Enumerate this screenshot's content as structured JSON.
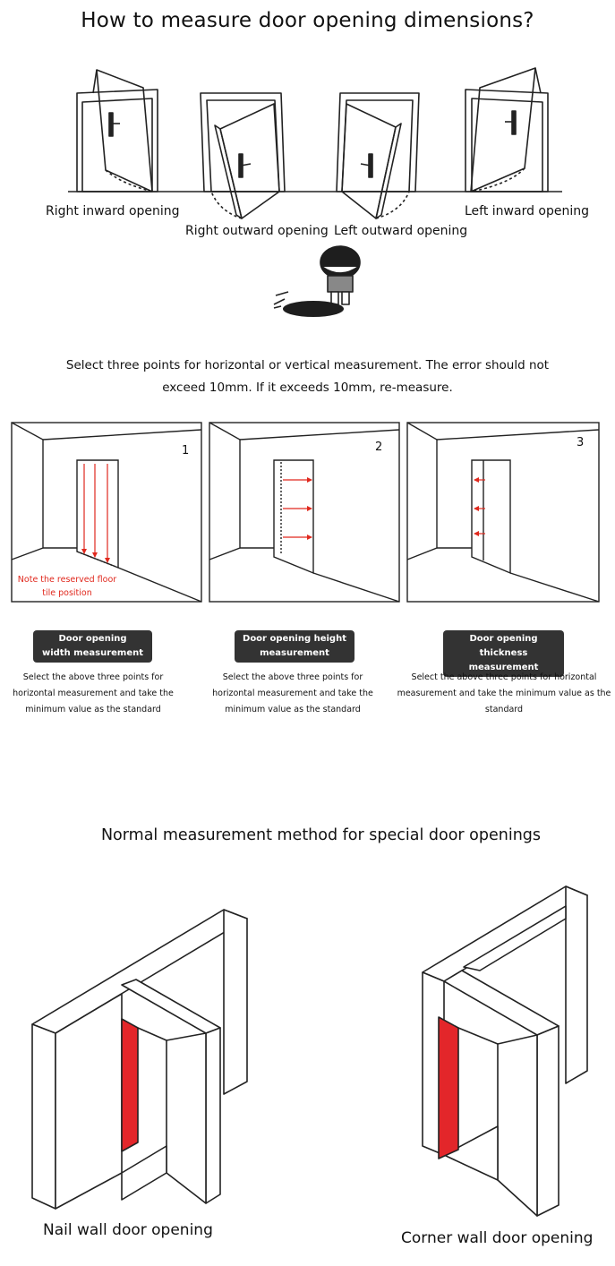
{
  "title": "How to measure door opening dimensions?",
  "door_types": [
    {
      "label": "Right inward opening"
    },
    {
      "label": "Right outward opening"
    },
    {
      "label": "Left outward opening"
    },
    {
      "label": "Left inward opening"
    }
  ],
  "instruction": {
    "line1": "Select three points for horizontal or vertical measurement. The error should not",
    "line2": "exceed 10mm. If it exceeds 10mm, re-measure."
  },
  "steps": [
    {
      "number": "1",
      "note_line1": "Note the reserved floor",
      "note_line2": "tile position",
      "label_line1": "Door opening",
      "label_line2": "width measurement",
      "desc_line1": "Select the above three points for",
      "desc_line2": "horizontal measurement and take the",
      "desc_line3": "minimum value as the standard"
    },
    {
      "number": "2",
      "label_line1": "Door opening height",
      "label_line2": "measurement",
      "desc_line1": "Select the above three points for",
      "desc_line2": "horizontal measurement and take the",
      "desc_line3": "minimum value as the standard"
    },
    {
      "number": "3",
      "label_line1": "Door opening thickness",
      "label_line2": "measurement",
      "desc_line1": "Select the above three points for horizontal",
      "desc_line2": "measurement and take the minimum value as the",
      "desc_line3": "standard"
    }
  ],
  "section2_title": "Normal measurement method for special door openings",
  "special_openings": [
    {
      "label": "Nail wall door opening"
    },
    {
      "label": "Corner wall door opening"
    }
  ],
  "colors": {
    "accent_red": "#e3262a",
    "arrow_red": "#e0281d",
    "pill_bg": "#333333",
    "line": "#222222"
  }
}
